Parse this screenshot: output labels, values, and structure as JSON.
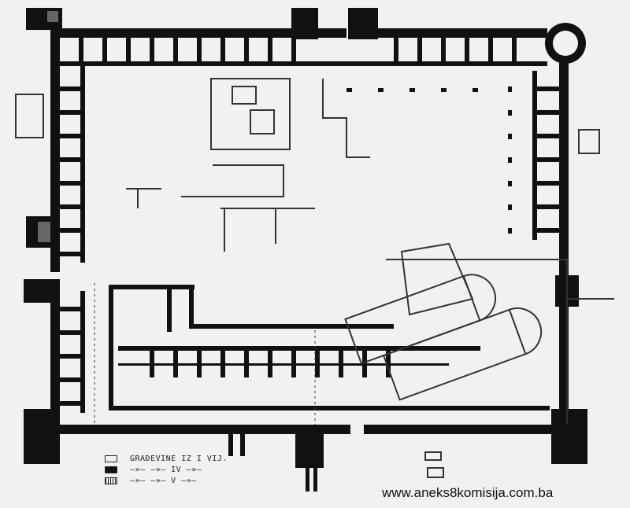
{
  "legend": {
    "rows": [
      {
        "label": "GRAĐEVINE IZ I VIJ."
      },
      {
        "label": "—»—   —»— IV —»—"
      },
      {
        "label": "—»—   —»— V —»—"
      }
    ]
  },
  "watermark": "www.aneks8komisija.com.ba",
  "colors": {
    "wall": "#111111",
    "background": "#f1f1f3",
    "outline": "#333333"
  }
}
